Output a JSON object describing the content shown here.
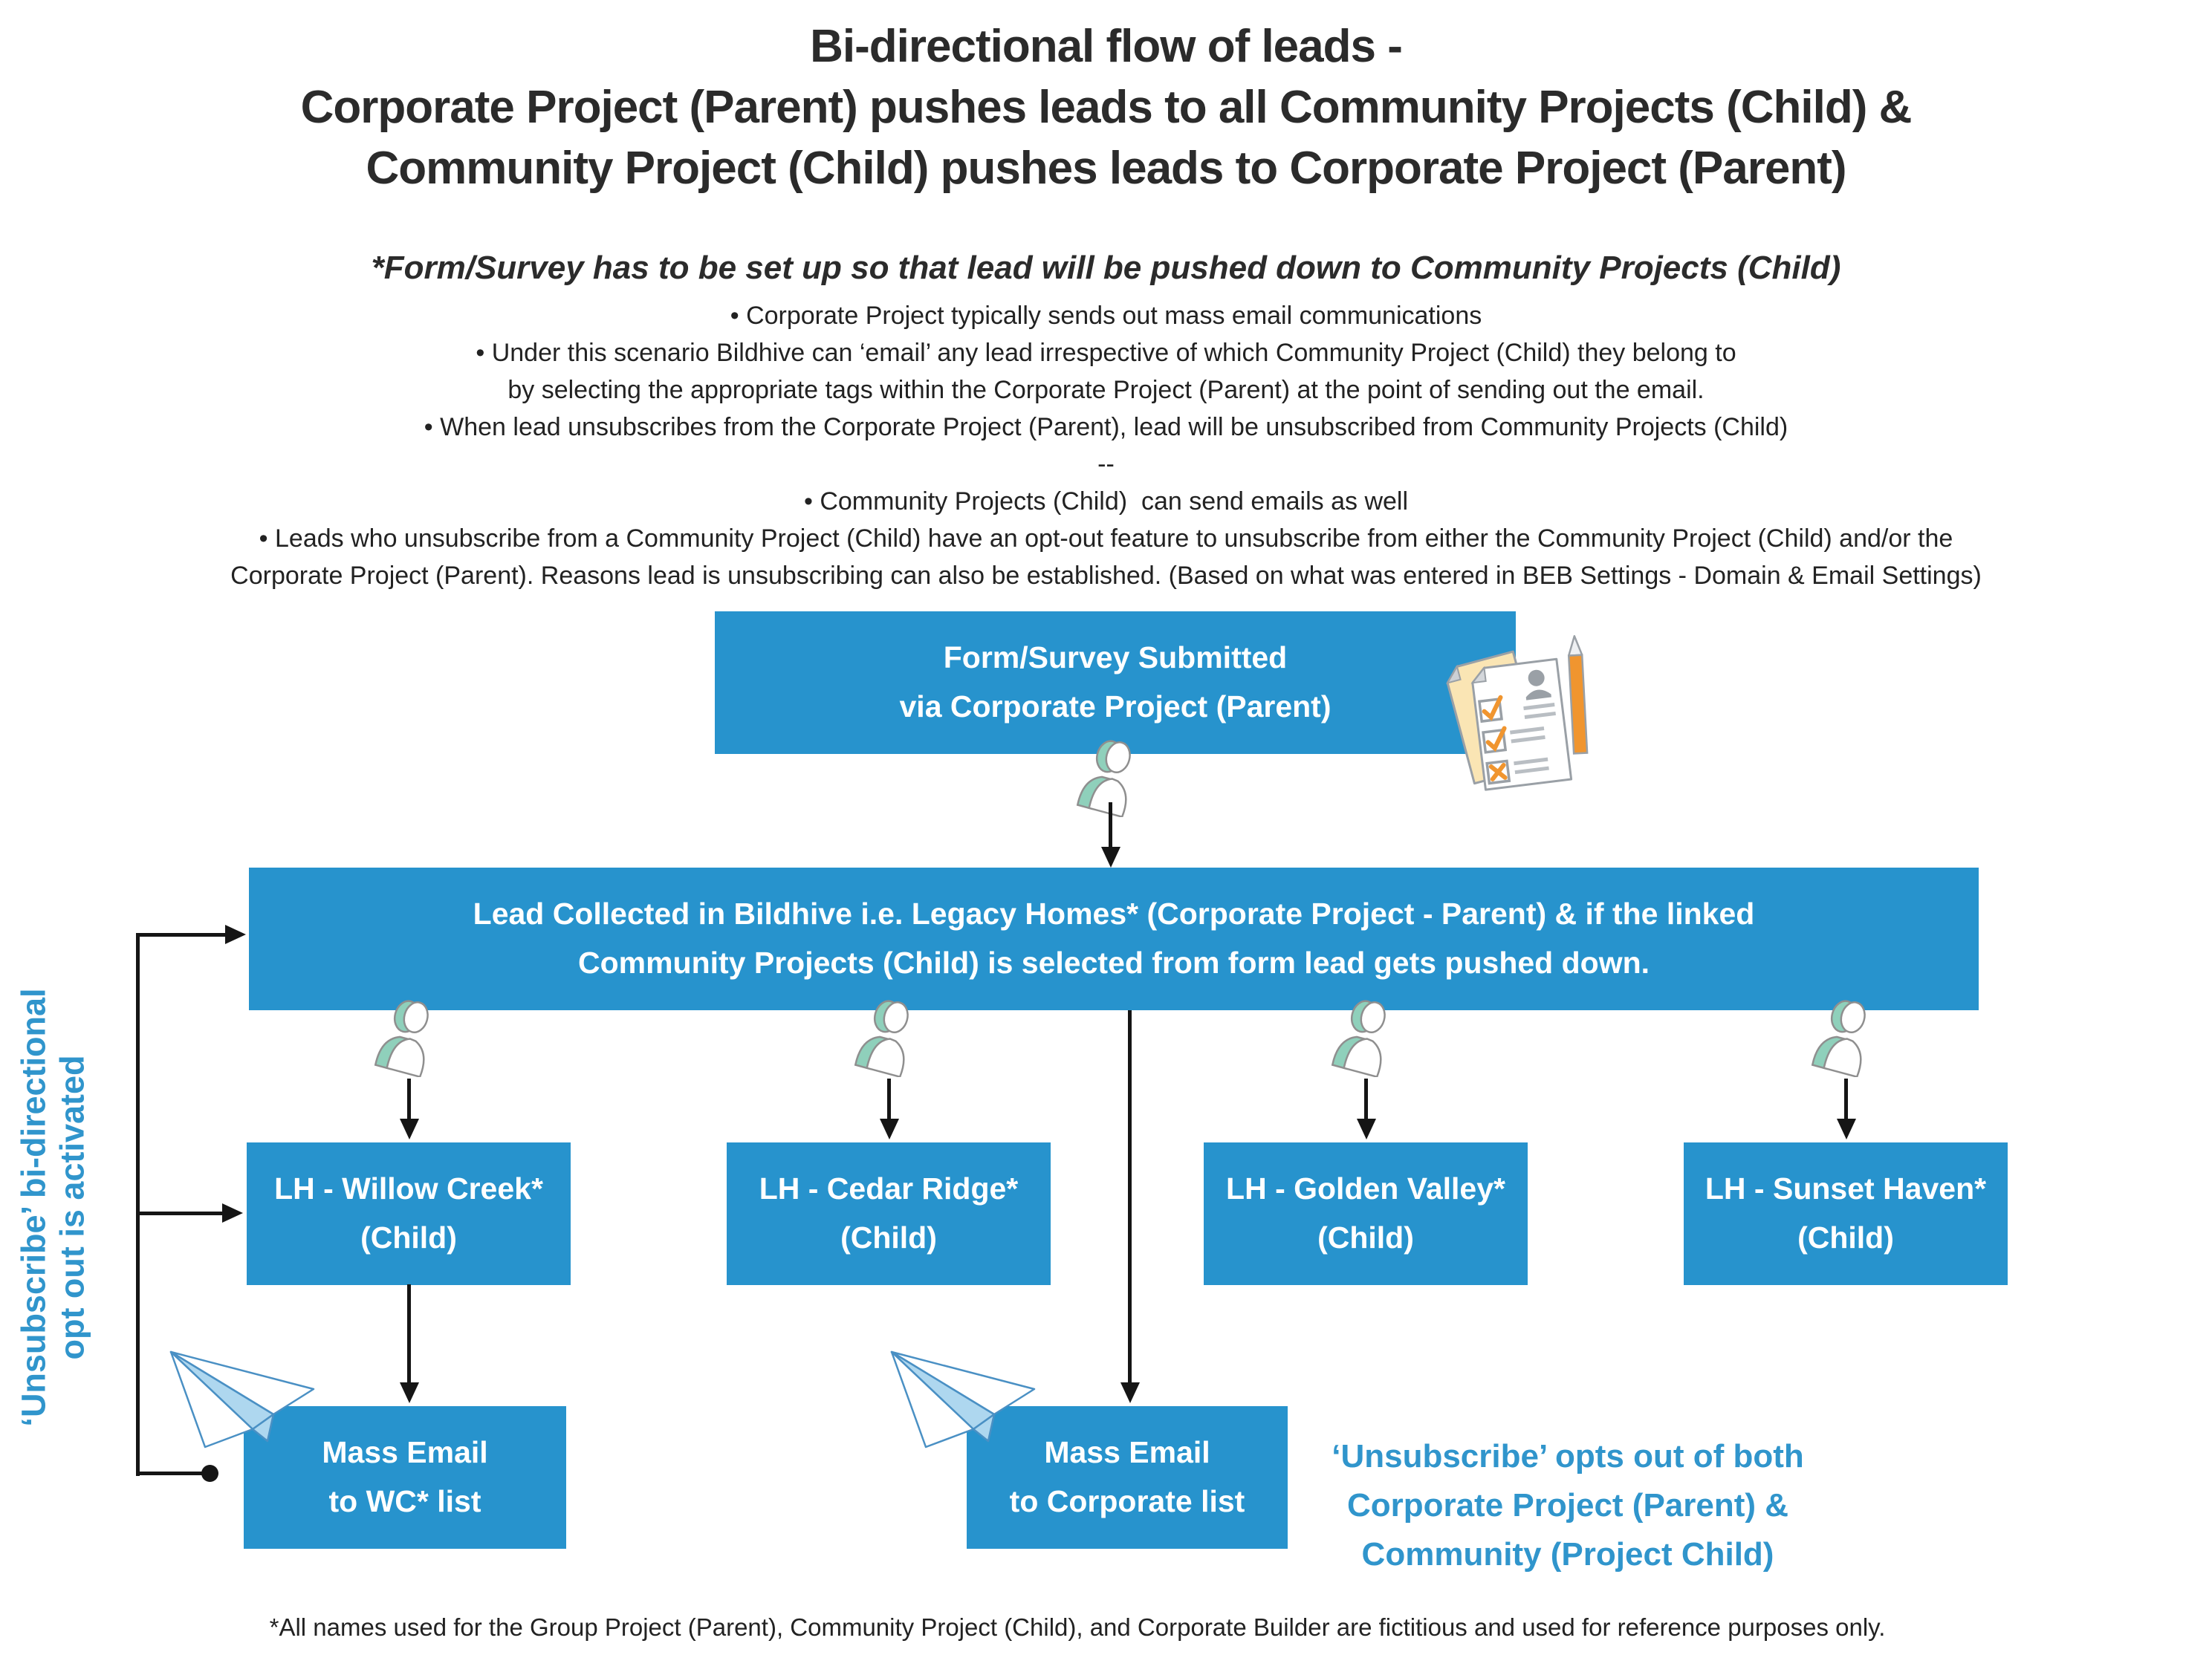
{
  "title": {
    "line1": "Bi-directional flow of leads -",
    "line2": "Corporate Project (Parent) pushes leads to all Community Projects (Child) &",
    "line3": "Community Project (Child) pushes leads to Corporate Project (Parent)"
  },
  "subtitle": "*Form/Survey has to be set up so that lead will be pushed down to Community Projects (Child)",
  "notes": [
    "• Corporate Project typically sends out mass email communications",
    "• Under this scenario Bildhive can ‘email’ any lead irrespective of which Community Project (Child) they belong to",
    "by selecting the appropriate tags within the Corporate Project (Parent) at the point of sending out the email.",
    "• When lead unsubscribes from the Corporate Project (Parent), lead will be unsubscribed from Community Projects (Child)",
    "--",
    "• Community Projects (Child)  can send emails as well",
    "• Leads who unsubscribe from a Community Project (Child) have an opt-out feature to unsubscribe from either the Community Project (Child) and/or the",
    "Corporate Project (Parent). Reasons lead is unsubscribing can also be established. (Based on what was entered in BEB Settings - Domain & Email Settings)"
  ],
  "boxes": {
    "form_survey": {
      "line1": "Form/Survey Submitted",
      "line2": "via Corporate Project (Parent)"
    },
    "lead_collected": {
      "line1": "Lead Collected in Bildhive i.e. Legacy Homes* (Corporate Project - Parent) & if the linked",
      "line2": "Community Projects (Child) is selected from form lead gets pushed down."
    },
    "children": [
      {
        "name": "LH - Willow Creek*",
        "sub": "(Child)"
      },
      {
        "name": "LH - Cedar Ridge*",
        "sub": "(Child)"
      },
      {
        "name": "LH - Golden Valley*",
        "sub": "(Child)"
      },
      {
        "name": "LH - Sunset Haven*",
        "sub": "(Child)"
      }
    ],
    "mass_email_wc": {
      "line1": "Mass Email",
      "line2": "to WC* list"
    },
    "mass_email_corp": {
      "line1": "Mass Email",
      "line2": "to Corporate list"
    }
  },
  "left_label": {
    "line1": "‘Unsubscribe’ bi-directional",
    "line2": "opt out is activated"
  },
  "right_label": {
    "line1": "‘Unsubscribe’ opts out of both",
    "line2": "Corporate Project (Parent) &",
    "line3": "Community (Project Child)"
  },
  "footnote": "*All names used for the Group Project (Parent), Community Project (Child), and Corporate Builder are fictitious and used for reference purposes only.",
  "colors": {
    "box_blue": "#2793cd",
    "label_blue": "#3095cc",
    "teal": "#8fd0bb",
    "outline_gray": "#8f8f8f",
    "orange": "#f0952f",
    "paper_cream": "#fae5b4",
    "plane_fill": "#aed7ef",
    "plane_line": "#4a90c4",
    "sheet_gray": "#9aa0a6",
    "detail_gray": "#b9bec3"
  }
}
